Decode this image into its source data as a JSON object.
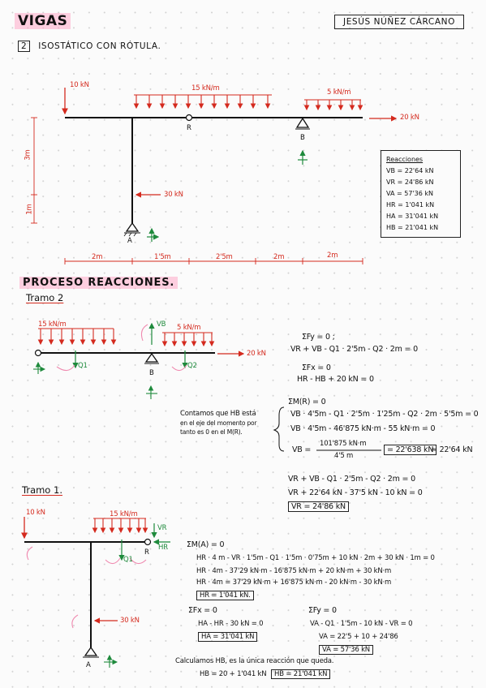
{
  "header": {
    "title": "VIGAS",
    "author": "JESÚS NÚÑEZ CÁRCANO",
    "section_number": "2",
    "section_title": "ISOSTÁTICO CON RÓTULA."
  },
  "diagram1": {
    "load_10": "10 kN",
    "load_15": "15 kN/m",
    "load_5": "5 kN/m",
    "load_20": "20 kN",
    "load_30": "30 kN",
    "label_R": "R",
    "label_B": "B",
    "label_A": "A",
    "dim_3m": "3m",
    "dim_1m": "1m",
    "dims_horizontal": [
      "2m",
      "1'5m",
      "2'5m",
      "2m",
      "2m"
    ]
  },
  "reactions_box": {
    "title": "Reacciones",
    "lines": [
      "VB = 22'64 kN",
      "VR = 24'86 kN",
      "VA = 57'36 kN",
      "HR = 1'041 kN",
      "HA = 31'041 kN",
      "HB = 21'041 kN"
    ]
  },
  "process": {
    "heading": "PROCESO REACCIONES.",
    "tramo2": "Tramo 2",
    "tramo1": "Tramo 1."
  },
  "tramo2_diagram": {
    "load_15": "15 kN/m",
    "load_5": "5 kN/m",
    "load_20": "20 kN",
    "vb": "VB",
    "q1": "Q1",
    "q2": "Q2",
    "label_B": "B"
  },
  "tramo2_eqs": {
    "sum_fy": "ΣFy = 0 ;",
    "eq1": "VR + VB - Q1 · 2'5m - Q2 · 2m = 0",
    "sum_fx": "ΣFx = 0",
    "eq2": "HR - HB + 20 kN = 0",
    "sum_m": "ΣM(R) = 0",
    "note": [
      "Contamos que HB está",
      "en el eje del momento por",
      "tanto es 0 en el M(R)."
    ],
    "m1": "VB · 4'5m - Q1 · 2'5m · 1'25m - Q2 · 2m · 5'5m = 0",
    "m2": "VB · 4'5m - 46'875 kN·m - 55 kN·m = 0",
    "vb_label": "VB =",
    "vb_num": "101'875 kN·m",
    "vb_den": "4'5 m",
    "vb_result": "= 22'638 kN",
    "vb_approx": "≈ 22'64 kN",
    "eq3": "VR + VB - Q1 · 2'5m - Q2 · 2m = 0",
    "eq4": "VR + 22'64 kN - 37'5 kN - 10 kN = 0",
    "vr_result": "VR = 24'86 kN"
  },
  "tramo1_diagram": {
    "load_10": "10 kN",
    "load_15": "15 kN/m",
    "load_30": "30 kN",
    "vr": "VR",
    "hr": "HR",
    "q1": "Q1",
    "label_R": "R",
    "label_A": "A"
  },
  "tramo1_eqs": {
    "sum_m": "ΣM(A) = 0",
    "m1": "HR · 4 m - VR · 1'5m - Q1 · 1'5m · 0'75m + 10 kN · 2m + 30 kN · 1m = 0",
    "m2": "HR · 4m - 37'29 kN·m - 16'875 kN·m + 20 kN·m + 30 kN·m",
    "m3": "HR · 4m = 37'29 kN·m + 16'875 kN·m - 20 kN·m - 30 kN·m",
    "hr_result": "HR = 1'041 kN.",
    "sum_fx": "ΣFx = 0",
    "fx1": "HA - HR - 30 kN = 0",
    "ha_result": "HA = 31'041 kN",
    "sum_fy": "ΣFy = 0",
    "fy1": "VA - Q1 · 1'5m - 10 kN - VR = 0",
    "fy2": "VA = 22'5 + 10 + 24'86",
    "va_result": "VA = 57'36 kN",
    "calc_note": "Calculamos HB, es la única reacción que queda.",
    "hb_eq": "HB = 20 + 1'041 kN",
    "hb_result": "HB = 21'041 kN"
  },
  "colors": {
    "red": "#d42a1e",
    "green": "#1e8a3c",
    "highlight": "#f7b3cc",
    "ink": "#111111"
  }
}
